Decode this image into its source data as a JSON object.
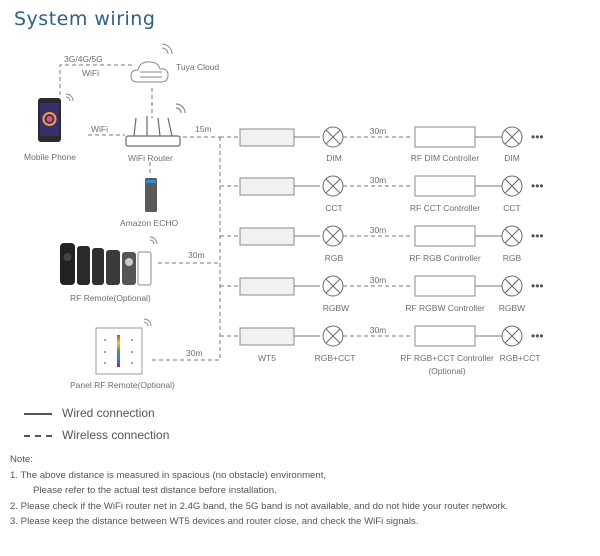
{
  "title": "System wiring",
  "labels": {
    "network": "3G/4G/5G",
    "wifi_top": "WiFi",
    "cloud": "Tuya Cloud",
    "wifi_phone": "WiFi",
    "phone": "Mobile Phone",
    "router": "WiFi Router",
    "echo": "Amazon ECHO",
    "rf_remote": "RF Remote(Optional)",
    "panel_remote": "Panel RF Remote(Optional)",
    "dist_15m": "15m",
    "dist_30m_remote": "30m",
    "dist_30m_panel": "30m",
    "wt5": "WT5"
  },
  "rows": [
    {
      "lamp_label": "DIM",
      "distance": "30m",
      "controller_line1": "RF DIM Controller",
      "controller_line2": "",
      "end_label": "DIM"
    },
    {
      "lamp_label": "CCT",
      "distance": "30m",
      "controller_line1": "RF CCT Controller",
      "controller_line2": "",
      "end_label": "CCT"
    },
    {
      "lamp_label": "RGB",
      "distance": "30m",
      "controller_line1": "RF RGB Controller",
      "controller_line2": "",
      "end_label": "RGB"
    },
    {
      "lamp_label": "RGBW",
      "distance": "30m",
      "controller_line1": "RF RGBW Controller",
      "controller_line2": "",
      "end_label": "RGBW"
    },
    {
      "lamp_label": "RGB+CCT",
      "distance": "30m",
      "controller_line1": "RF RGB+CCT Controller",
      "controller_line2": "(Optional)",
      "end_label": "RGB+CCT"
    }
  ],
  "legend": {
    "wired": "Wired connection",
    "wireless": "Wireless connection"
  },
  "notes": {
    "heading": "Note:",
    "n1": "1. The above distance is measured in spacious (no obstacle) environment,",
    "n1b": "Please refer to the actual test distance before installation.",
    "n2": "2. Please check if the WiFi router net in 2.4G band, the 5G band is not available, and do not hide your router network.",
    "n3": "3. Please keep the distance between WT5 devices and router close, and check the WiFi signals."
  },
  "colors": {
    "title": "#2f5f86",
    "line": "#7a7a7a",
    "device_fill": "#f1f1f1"
  }
}
